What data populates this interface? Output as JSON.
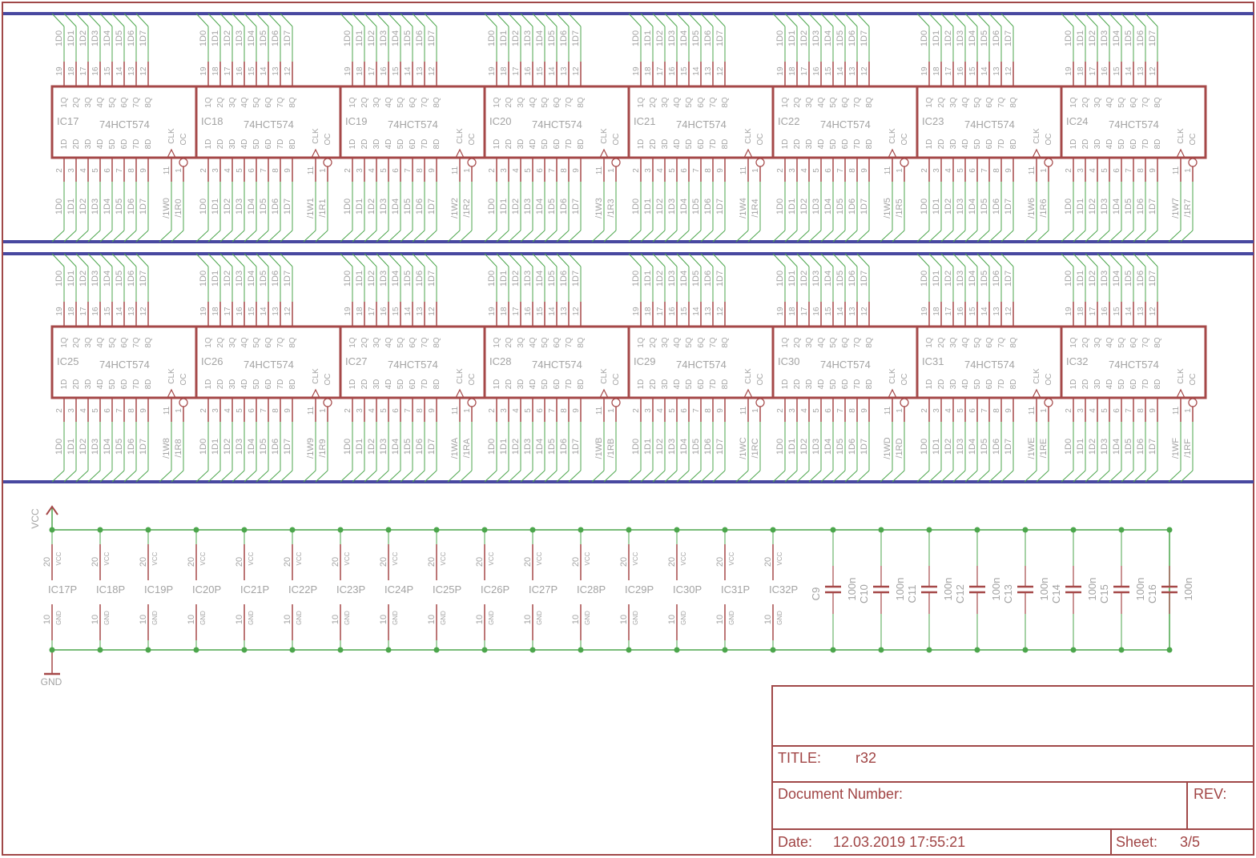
{
  "colors": {
    "frame": "#a04848",
    "wire": "#4ca64c",
    "pin": "#a54848",
    "bus": "#4848a0",
    "text": "#a3a3a3"
  },
  "chip_part": "74HCT574",
  "top_pin_numbers": [
    "19",
    "18",
    "17",
    "16",
    "15",
    "14",
    "13",
    "12"
  ],
  "top_pin_names": [
    "1Q",
    "2Q",
    "3Q",
    "4Q",
    "5Q",
    "6Q",
    "7Q",
    "8Q"
  ],
  "bottom_pin_names": [
    "1D",
    "2D",
    "3D",
    "4D",
    "5D",
    "6D",
    "7D",
    "8D"
  ],
  "bottom_pin_numbers": [
    "2",
    "3",
    "4",
    "5",
    "6",
    "7",
    "8",
    "9"
  ],
  "clk_pin": {
    "name": "CLK",
    "number": "11"
  },
  "oc_pin": {
    "name": "OC",
    "number": "1"
  },
  "data_nets": [
    "1D0",
    "1D1",
    "1D2",
    "1D3",
    "1D4",
    "1D5",
    "1D6",
    "1D7"
  ],
  "rows": [
    {
      "chips": [
        {
          "name": "IC17",
          "w": "/1W0",
          "r": "/1R0"
        },
        {
          "name": "IC18",
          "w": "/1W1",
          "r": "/1R1"
        },
        {
          "name": "IC19",
          "w": "/1W2",
          "r": "/1R2"
        },
        {
          "name": "IC20",
          "w": "/1W3",
          "r": "/1R3"
        },
        {
          "name": "IC21",
          "w": "/1W4",
          "r": "/1R4"
        },
        {
          "name": "IC22",
          "w": "/1W5",
          "r": "/1R5"
        },
        {
          "name": "IC23",
          "w": "/1W6",
          "r": "/1R6"
        },
        {
          "name": "IC24",
          "w": "/1W7",
          "r": "/1R7"
        }
      ]
    },
    {
      "chips": [
        {
          "name": "IC25",
          "w": "/1W8",
          "r": "/1R8"
        },
        {
          "name": "IC26",
          "w": "/1W9",
          "r": "/1R9"
        },
        {
          "name": "IC27",
          "w": "/1WA",
          "r": "/1RA"
        },
        {
          "name": "IC28",
          "w": "/1WB",
          "r": "/1RB"
        },
        {
          "name": "IC29",
          "w": "/1WC",
          "r": "/1RC"
        },
        {
          "name": "IC30",
          "w": "/1WD",
          "r": "/1RD"
        },
        {
          "name": "IC31",
          "w": "/1WE",
          "r": "/1RE"
        },
        {
          "name": "IC32",
          "w": "/1WF",
          "r": "/1RF"
        }
      ]
    }
  ],
  "power": {
    "vcc_label": "VCC",
    "gnd_label": "GND",
    "vcc_pin": {
      "number": "20",
      "name": "VCC"
    },
    "gnd_pin": {
      "number": "10",
      "name": "GND"
    },
    "parts": [
      "IC17P",
      "IC18P",
      "IC19P",
      "IC20P",
      "IC21P",
      "IC22P",
      "IC23P",
      "IC24P",
      "IC25P",
      "IC26P",
      "IC27P",
      "IC28P",
      "IC29P",
      "IC30P",
      "IC31P",
      "IC32P"
    ],
    "capacitors": [
      {
        "name": "C9",
        "value": "100n"
      },
      {
        "name": "C10",
        "value": "100n"
      },
      {
        "name": "C11",
        "value": "100n"
      },
      {
        "name": "C12",
        "value": "100n"
      },
      {
        "name": "C13",
        "value": "100n"
      },
      {
        "name": "C14",
        "value": "100n"
      },
      {
        "name": "C15",
        "value": "100n"
      },
      {
        "name": "C16",
        "value": "100n"
      }
    ]
  },
  "title_block": {
    "title_label": "TITLE:",
    "title": "r32",
    "docnum_label": "Document Number:",
    "rev_label": "REV:",
    "date_label": "Date:",
    "date": "12.03.2019 17:55:21",
    "sheet_label": "Sheet:",
    "sheet": "3/5"
  }
}
